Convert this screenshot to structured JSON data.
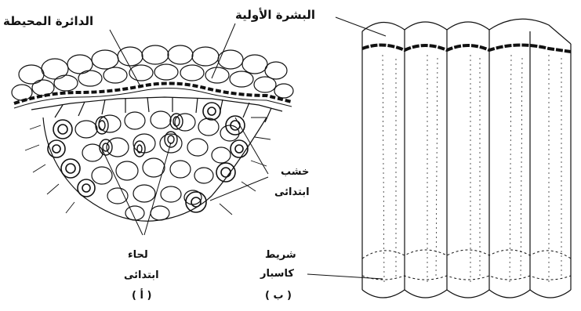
{
  "labels": {
    "pericycle": "الدائرة المحيطة",
    "primary_epidermis": "البشرة الأولية",
    "primary_xylem_line1": "خشب",
    "primary_xylem_line2": "ابتدائى",
    "primary_phloem_line1": "لحاء",
    "primary_phloem_line2": "ابتدائى",
    "casparian_strip_line1": "شريط",
    "casparian_strip_line2": "كاسبار",
    "panel_a": "( أ )",
    "panel_b": "( ب )"
  },
  "colors": {
    "ink": "#111111",
    "background": "#ffffff"
  }
}
